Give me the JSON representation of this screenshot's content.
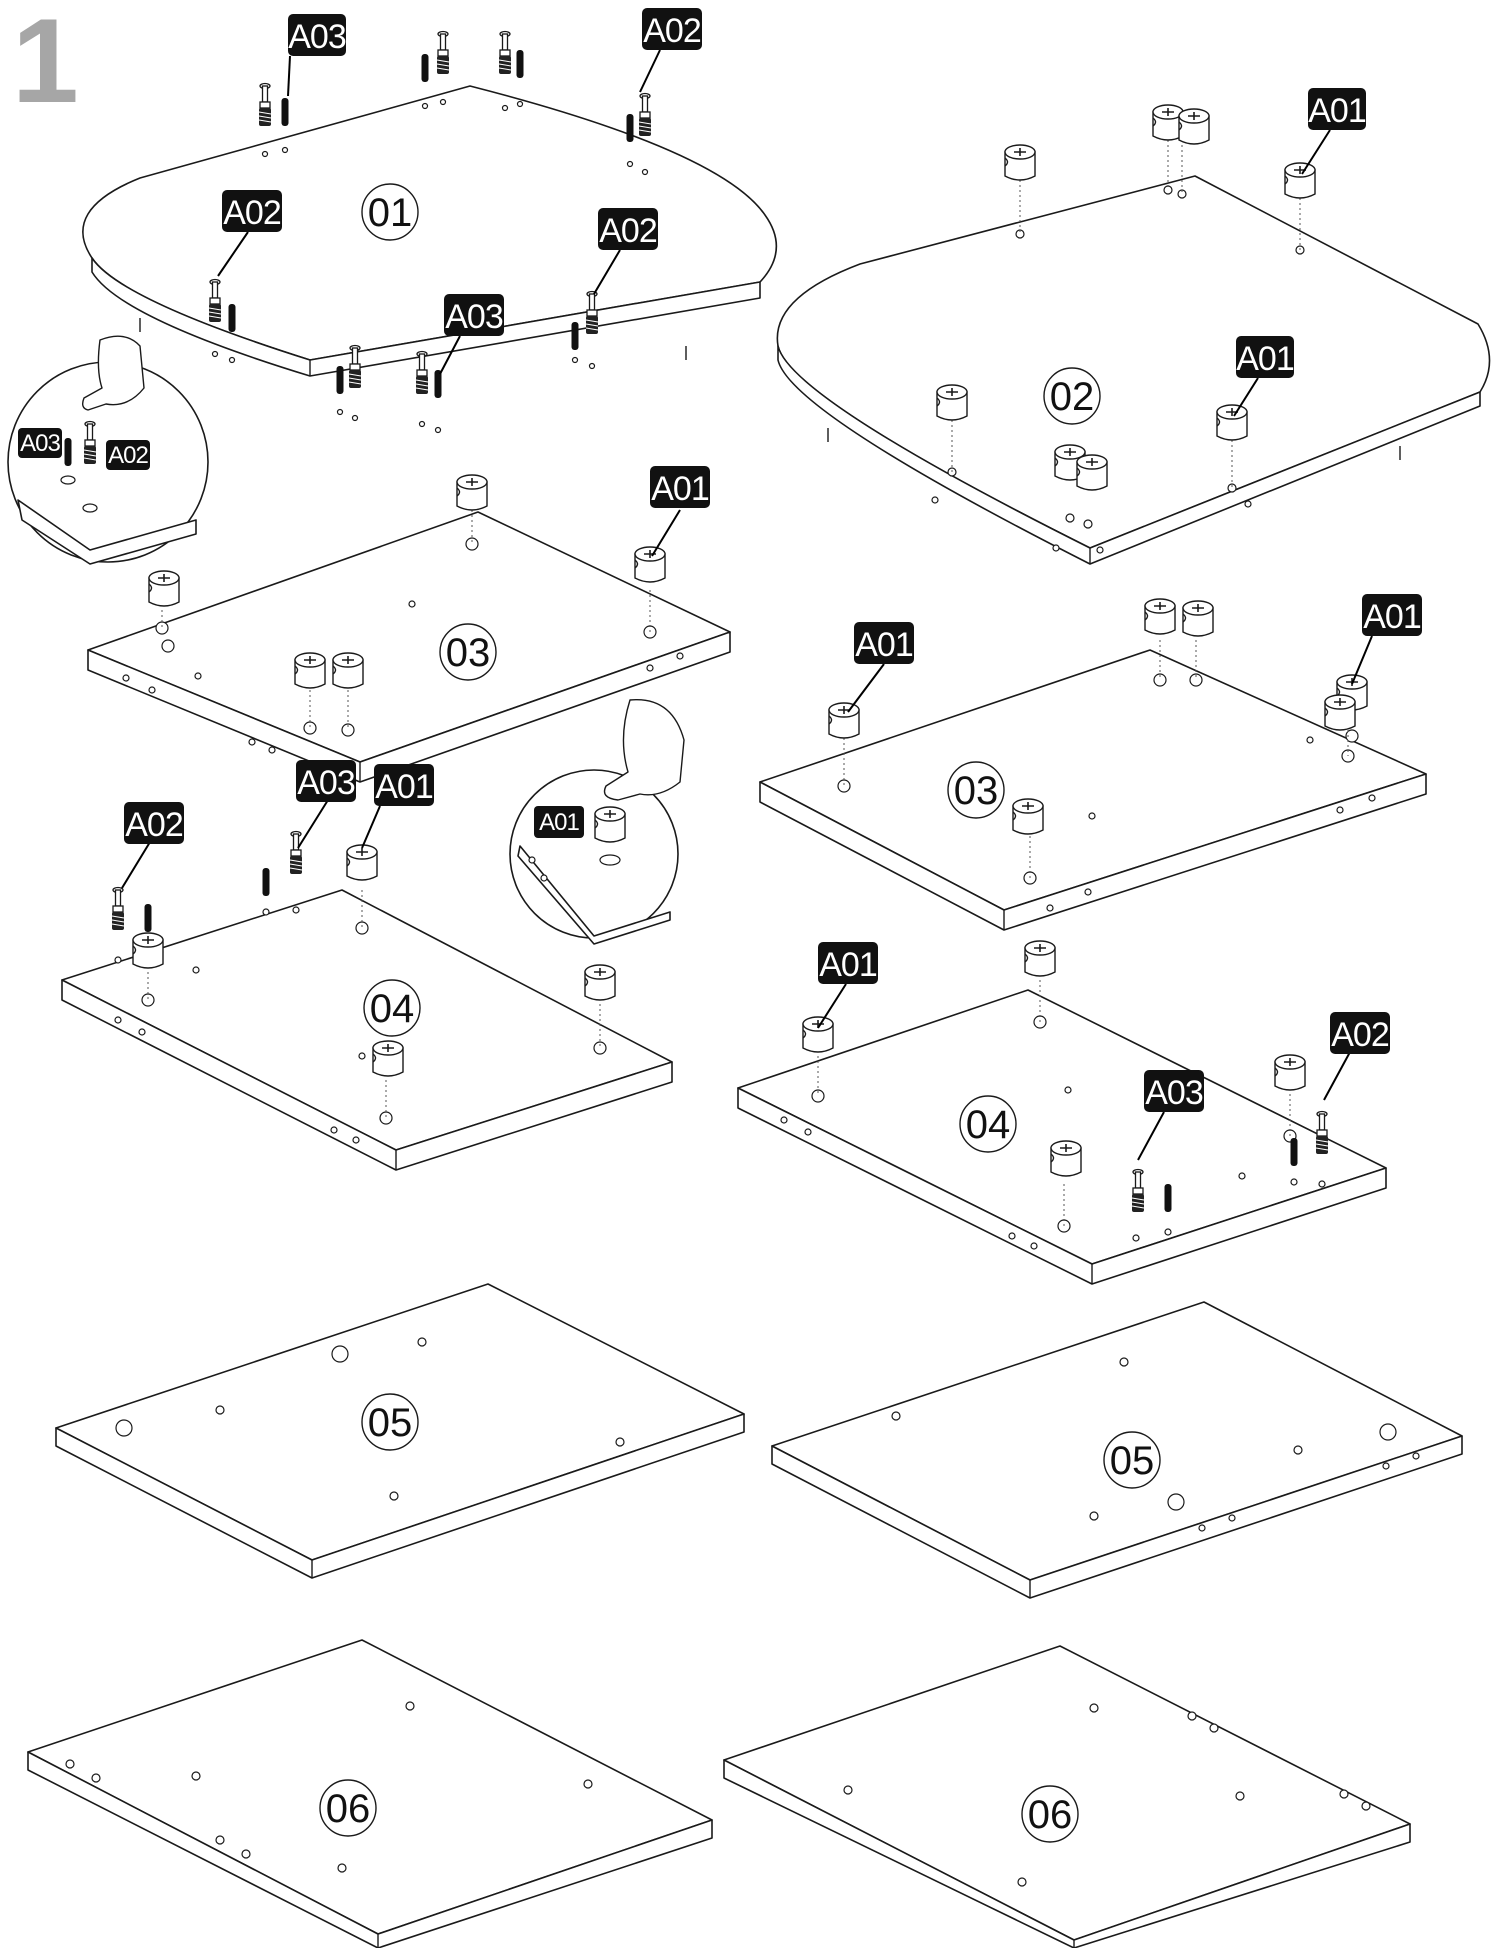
{
  "step": {
    "number": "1"
  },
  "part_codes": {
    "cam_lock": "A01",
    "cam_bolt": "A02",
    "dowel": "A03"
  },
  "panels": {
    "p01": "01",
    "p02": "02",
    "p03a": "03",
    "p03b": "03",
    "p04a": "04",
    "p04b": "04",
    "p05a": "05",
    "p05b": "05",
    "p06a": "06",
    "p06b": "06"
  },
  "callouts": {
    "c1": "A03",
    "c2": "A02",
    "c3": "A02",
    "c4": "A02",
    "c5": "A03",
    "c6": "A01",
    "c7": "A01",
    "c8": "A01",
    "c9": "A03",
    "c10": "A01",
    "c11": "A02",
    "c12": "A01",
    "c13": "A01",
    "c14": "A01",
    "c15": "A03",
    "c16": "A02"
  },
  "zoom_details": {
    "z1_left": "A03",
    "z1_right": "A02",
    "z2_label": "A01"
  },
  "colors": {
    "tag_bg": "#111111",
    "tag_fg": "#ffffff",
    "step_number": "#a6a6a6",
    "line": "#1a1a1a"
  },
  "icons": [
    "hand-pointer-icon",
    "cam-lock-icon",
    "cam-bolt-icon",
    "dowel-icon"
  ]
}
